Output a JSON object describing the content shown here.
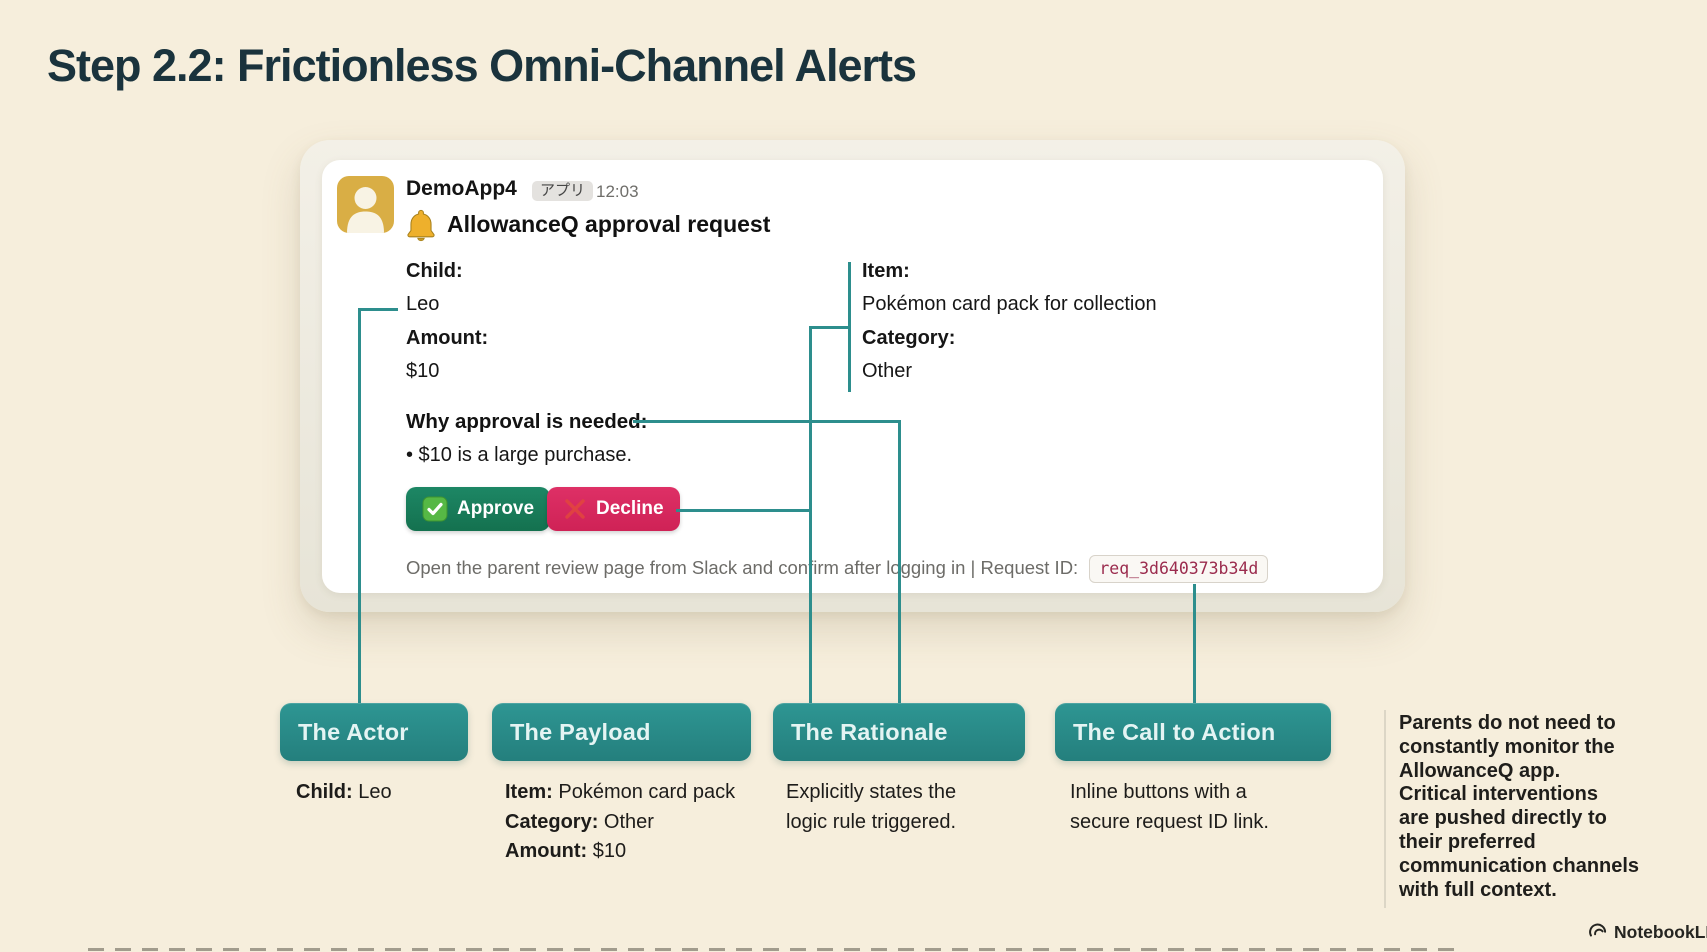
{
  "title": "Step 2.2: Frictionless Omni-Channel Alerts",
  "slack_card": {
    "app_name": "DemoApp4",
    "app_badge": "アプリ",
    "time": "12:03",
    "heading": "AllowanceQ approval request",
    "left_column_lines": [
      {
        "b": "Child:"
      },
      {
        "t": "Leo"
      },
      {
        "b": "Amount:"
      },
      {
        "t": "$10"
      }
    ],
    "right_column_lines": [
      {
        "b": "Item:"
      },
      {
        "t": "Pokémon card pack for collection"
      },
      {
        "b": "Category:"
      },
      {
        "t": "Other"
      }
    ],
    "why_label": "Why approval is needed:",
    "why_bullet": "• $10 is a large purchase.",
    "approve_label": "Approve",
    "decline_label": "Decline",
    "footer_text": "Open the parent review page from Slack and confirm after logging in | Request ID:",
    "request_id": "req_3d640373b34d"
  },
  "callouts": [
    {
      "label": "The Actor",
      "lines": [
        {
          "b": "Child:",
          "t": " Leo"
        }
      ]
    },
    {
      "label": "The Payload",
      "lines": [
        {
          "b": "Item:",
          "t": " Pokémon card pack"
        },
        {
          "b": "Category:",
          "t": " Other"
        },
        {
          "b": "Amount:",
          "t": " $10"
        }
      ]
    },
    {
      "label": "The Rationale",
      "lines": [
        {
          "t": "Explicitly states the"
        },
        {
          "t": "logic rule triggered."
        }
      ]
    },
    {
      "label": "The Call to Action",
      "lines": [
        {
          "t": "Inline buttons with a"
        },
        {
          "t": "secure request ID link."
        }
      ]
    }
  ],
  "sidebar_note": {
    "lines": [
      "Parents do not need to",
      "constantly monitor the",
      "AllowanceQ app.",
      "Critical interventions",
      "are pushed directly to",
      "their preferred",
      "communication channels",
      "with full context."
    ]
  },
  "watermark": "NotebookLM",
  "icons": {
    "avatar": "person-avatar-icon",
    "heading": "bell-icon",
    "approve": "check-icon",
    "decline": "x-icon",
    "watermark": "notebooklm-logo-icon"
  },
  "colors": {
    "background": "#f6eedc",
    "title": "#1a333d",
    "accent_teal": "#2d8e8d",
    "approve_green": "#14714f",
    "decline_red": "#d9295c",
    "request_id_text": "#9b2c4e",
    "avatar_gold": "#d9ae45"
  }
}
